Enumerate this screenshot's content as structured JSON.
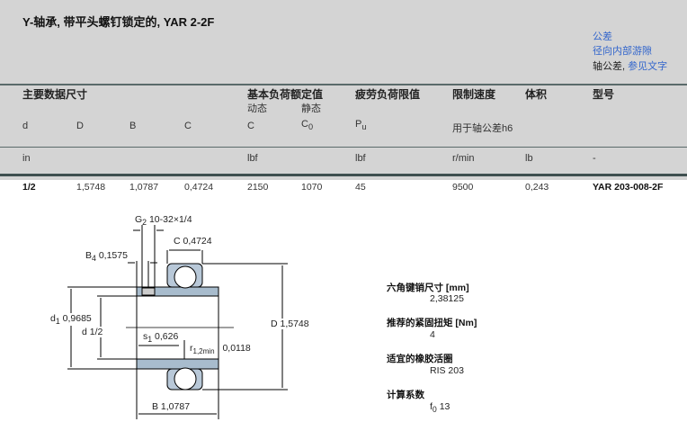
{
  "title": "Y-轴承, 带平头螺钉锁定的, YAR 2-2F",
  "links": {
    "tolerance": "公差",
    "clearance": "径向内部游隙",
    "shaft_tol": "轴公差, ",
    "see_text": "参见文字"
  },
  "headers": {
    "main_dims": "主要数据尺寸",
    "load_ratings": "基本负荷额定值",
    "dynamic": "动态",
    "static": "静态",
    "fatigue": "疲劳负荷限值",
    "speed": "限制速度",
    "mass": "体积",
    "designation": "型号"
  },
  "symbols": {
    "d": "d",
    "D": "D",
    "B": "B",
    "C": "C",
    "C_dyn": "C",
    "C0": "C",
    "C0_sub": "0",
    "Pu": "P",
    "Pu_sub": "u",
    "speed_note": "用于轴公差h6"
  },
  "units": {
    "in": "in",
    "lbf1": "lbf",
    "lbf2": "lbf",
    "rmin": "r/min",
    "lb": "lb",
    "dash": "-"
  },
  "row": {
    "d": "1/2",
    "D": "1,5748",
    "B": "1,0787",
    "C": "0,4724",
    "C_dyn": "2150",
    "C0": "1070",
    "Pu": "45",
    "speed": "9500",
    "mass": "0,243",
    "designation": "YAR 203-008-2F"
  },
  "drawing": {
    "G2": "G",
    "G2_sub": "2",
    "G2_val": "10-32×1/4",
    "C": "C  0,4724",
    "B4": "B",
    "B4_sub": "4",
    "B4_val": "0,1575",
    "d1": "d",
    "d1_sub": "1",
    "d1_val": "0,9685",
    "d": "d  1/2",
    "s1": "s",
    "s1_sub": "1",
    "s1_val": "0,626",
    "r": "r",
    "r_sub": "1,2min",
    "r_val": "0,0118",
    "D": "D  1,5748",
    "B": "B  1,0787"
  },
  "details": [
    {
      "label": "六角键销尺寸 [mm]",
      "value": "2,38125"
    },
    {
      "label": "推荐的紧固扭矩 [Nm]",
      "value": "4"
    },
    {
      "label": "适宜的橡胶活圈",
      "value": "RIS 203"
    },
    {
      "label": "计算系数",
      "value_prefix": "f",
      "value_sub": "0",
      "value": "13"
    }
  ]
}
